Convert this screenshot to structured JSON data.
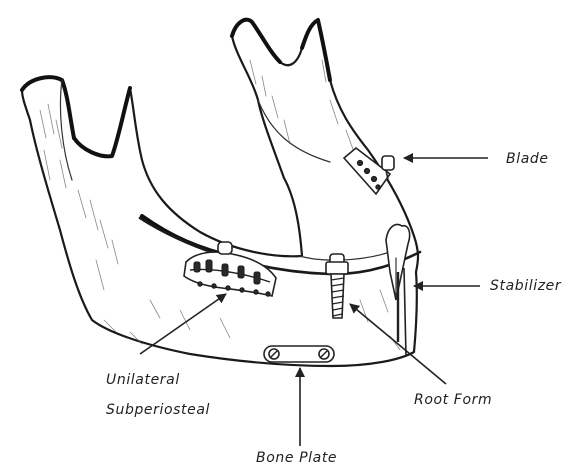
{
  "labels": {
    "blade": "Blade",
    "stabilizer": "Stabilizer",
    "unilateral": "Unilateral",
    "subperiosteal": "Subperiosteal",
    "root_form": "Root Form",
    "bone_plate": "Bone Plate"
  }
}
